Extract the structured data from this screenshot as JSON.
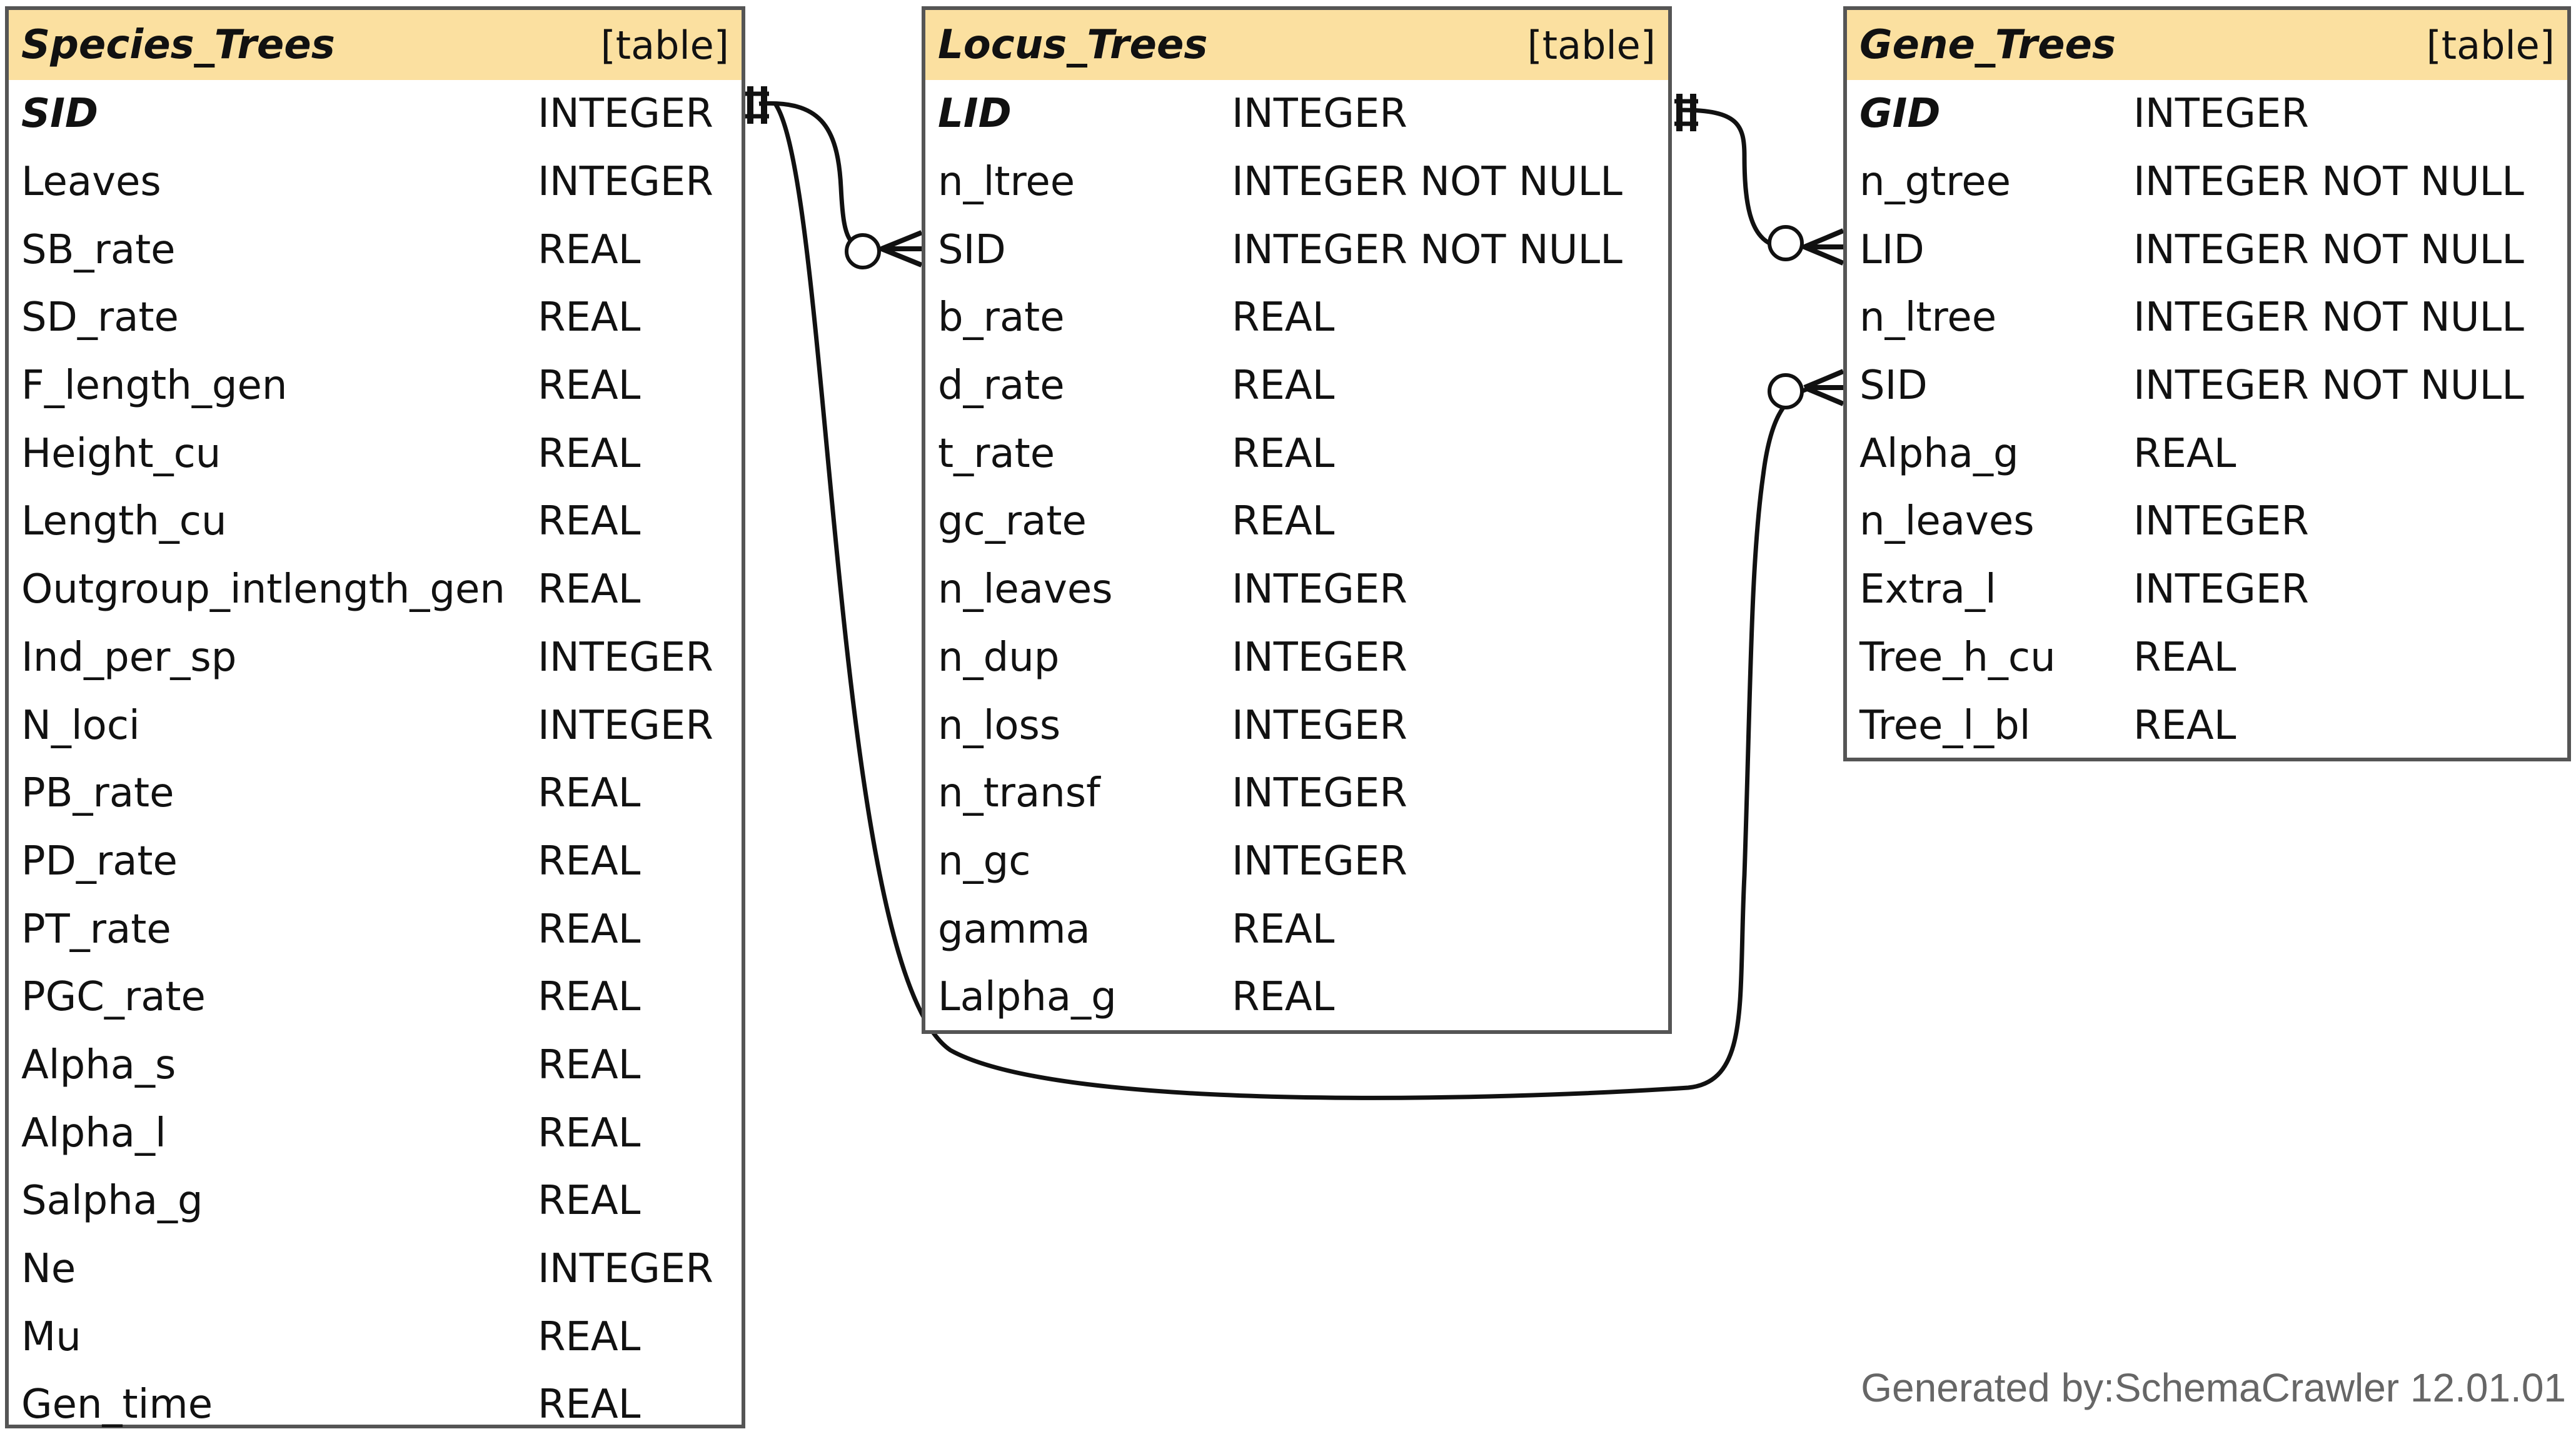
{
  "tables": {
    "species": {
      "name": "Species_Trees",
      "kind": "[table]",
      "columns": [
        {
          "name": "SID",
          "type": "INTEGER",
          "pk": true
        },
        {
          "name": "Leaves",
          "type": "INTEGER"
        },
        {
          "name": "SB_rate",
          "type": "REAL"
        },
        {
          "name": "SD_rate",
          "type": "REAL"
        },
        {
          "name": "F_length_gen",
          "type": "REAL"
        },
        {
          "name": "Height_cu",
          "type": "REAL"
        },
        {
          "name": "Length_cu",
          "type": "REAL"
        },
        {
          "name": "Outgroup_intlength_gen",
          "type": "REAL"
        },
        {
          "name": "Ind_per_sp",
          "type": "INTEGER"
        },
        {
          "name": "N_loci",
          "type": "INTEGER"
        },
        {
          "name": "PB_rate",
          "type": "REAL"
        },
        {
          "name": "PD_rate",
          "type": "REAL"
        },
        {
          "name": "PT_rate",
          "type": "REAL"
        },
        {
          "name": "PGC_rate",
          "type": "REAL"
        },
        {
          "name": "Alpha_s",
          "type": "REAL"
        },
        {
          "name": "Alpha_l",
          "type": "REAL"
        },
        {
          "name": "Salpha_g",
          "type": "REAL"
        },
        {
          "name": "Ne",
          "type": "INTEGER"
        },
        {
          "name": "Mu",
          "type": "REAL"
        },
        {
          "name": "Gen_time",
          "type": "REAL"
        }
      ]
    },
    "locus": {
      "name": "Locus_Trees",
      "kind": "[table]",
      "columns": [
        {
          "name": "LID",
          "type": "INTEGER",
          "pk": true
        },
        {
          "name": "n_ltree",
          "type": "INTEGER NOT NULL"
        },
        {
          "name": "SID",
          "type": "INTEGER NOT NULL"
        },
        {
          "name": "b_rate",
          "type": "REAL"
        },
        {
          "name": "d_rate",
          "type": "REAL"
        },
        {
          "name": "t_rate",
          "type": "REAL"
        },
        {
          "name": "gc_rate",
          "type": "REAL"
        },
        {
          "name": "n_leaves",
          "type": "INTEGER"
        },
        {
          "name": "n_dup",
          "type": "INTEGER"
        },
        {
          "name": "n_loss",
          "type": "INTEGER"
        },
        {
          "name": "n_transf",
          "type": "INTEGER"
        },
        {
          "name": "n_gc",
          "type": "INTEGER"
        },
        {
          "name": "gamma",
          "type": "REAL"
        },
        {
          "name": "Lalpha_g",
          "type": "REAL"
        }
      ]
    },
    "gene": {
      "name": "Gene_Trees",
      "kind": "[table]",
      "columns": [
        {
          "name": "GID",
          "type": "INTEGER",
          "pk": true
        },
        {
          "name": "n_gtree",
          "type": "INTEGER NOT NULL"
        },
        {
          "name": "LID",
          "type": "INTEGER NOT NULL"
        },
        {
          "name": "n_ltree",
          "type": "INTEGER NOT NULL"
        },
        {
          "name": "SID",
          "type": "INTEGER NOT NULL"
        },
        {
          "name": "Alpha_g",
          "type": "REAL"
        },
        {
          "name": "n_leaves",
          "type": "INTEGER"
        },
        {
          "name": "Extra_l",
          "type": "INTEGER"
        },
        {
          "name": "Tree_h_cu",
          "type": "REAL"
        },
        {
          "name": "Tree_l_bl",
          "type": "REAL"
        }
      ]
    }
  },
  "relationships": [
    {
      "from": "Species_Trees.SID",
      "to": "Locus_Trees.SID",
      "cardinality": "one-to-zero-or-many"
    },
    {
      "from": "Species_Trees.SID",
      "to": "Gene_Trees.SID",
      "cardinality": "one-to-zero-or-many"
    },
    {
      "from": "Locus_Trees.LID",
      "to": "Gene_Trees.LID",
      "cardinality": "one-to-zero-or-many"
    }
  ],
  "footer": "Generated by:SchemaCrawler 12.01.01",
  "colors": {
    "header_fill": "#fbe0a0",
    "border": "#555555",
    "line": "#111111"
  }
}
